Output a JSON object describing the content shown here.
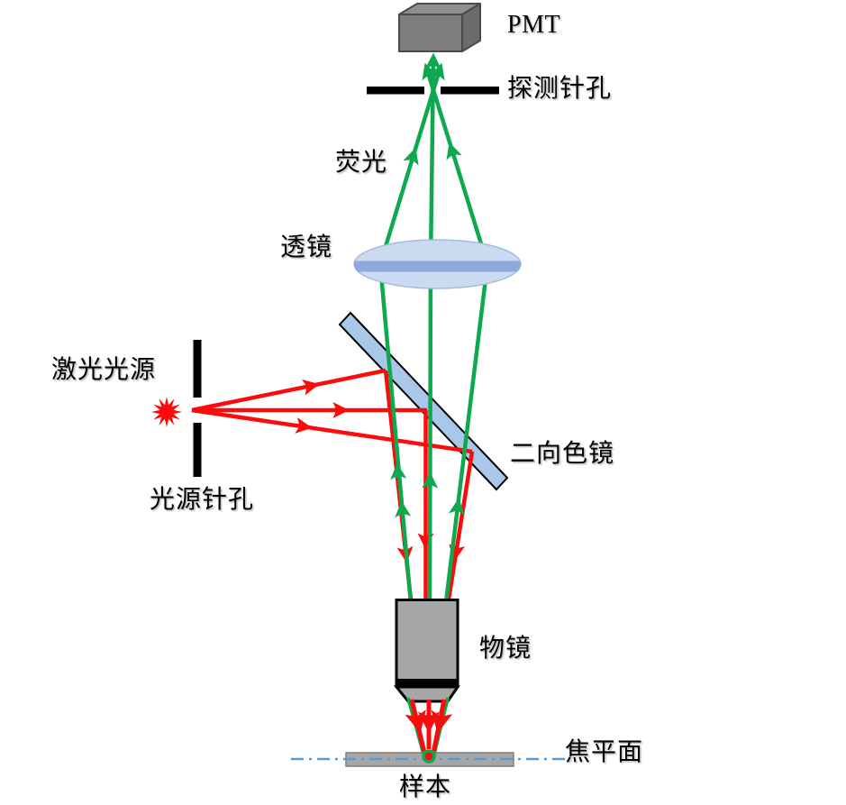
{
  "diagram_title": "confocal-microscope-light-path",
  "labels": {
    "pmt": "PMT",
    "detection_pinhole": "探测针孔",
    "fluorescence": "荧光",
    "lens": "透镜",
    "laser_source": "激光光源",
    "source_pinhole": "光源针孔",
    "dichroic_mirror": "二向色镜",
    "objective": "物镜",
    "focal_plane": "焦平面",
    "sample": "样本"
  },
  "colors": {
    "background": "#FFFFFF",
    "emission_green": "#0EA94F",
    "excitation_red": "#FB0B0B",
    "lens_fill": "#C9DAF1",
    "lens_band": "#8FA9DC",
    "mirror_fill": "#A9C7E8",
    "focal_line_blue": "#5B9BD5",
    "component_gray": "#A6A6A6",
    "component_edge": "#000000",
    "sample_edge": "#7F7F7F",
    "pmt_front": "#7D7D7D",
    "pmt_top": "#8F8F8F",
    "pmt_side": "#6B6B6B",
    "pmt_edge": "#4A4A4A",
    "pinhole_black": "#000000"
  }
}
